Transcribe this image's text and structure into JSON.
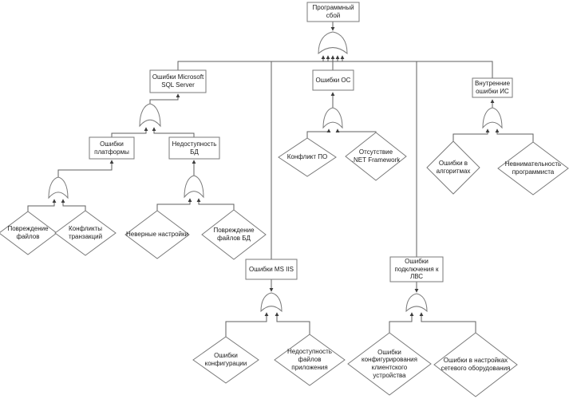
{
  "diagram": {
    "type": "fault-tree",
    "gate_type": "OR",
    "nodes": {
      "root": {
        "label": "Программный сбой",
        "children": [
          "sql",
          "iis",
          "os",
          "lvs",
          "internal"
        ]
      },
      "sql": {
        "label": "Ошибки Microsoft SQL Server",
        "children": [
          "platform",
          "db"
        ]
      },
      "platform": {
        "label": "Ошибки платформы",
        "children": [
          "file_damage",
          "transaction_conflicts"
        ]
      },
      "db": {
        "label": "Недоступность БД",
        "children": [
          "wrong_settings",
          "db_file_damage"
        ]
      },
      "os": {
        "label": "Ошибки ОС",
        "children": [
          "software_conflict",
          "no_net_framework"
        ]
      },
      "internal": {
        "label": "Внутренние ошибки ИС",
        "children": [
          "algorithm_errors",
          "programmer_inattention"
        ]
      },
      "iis": {
        "label": "Ошибки MS IIS",
        "children": [
          "config_errors",
          "app_files_unavailable"
        ]
      },
      "lvs": {
        "label": "Ошибки подключения к ЛВС",
        "children": [
          "client_device_config",
          "network_equipment_settings"
        ]
      },
      "file_damage": {
        "label": "Повреждение файлов"
      },
      "transaction_conflicts": {
        "label": "Конфликты транзакций"
      },
      "wrong_settings": {
        "label": "Неверные настройки"
      },
      "db_file_damage": {
        "label": "Повреждение файлов БД"
      },
      "software_conflict": {
        "label": "Конфликт ПО"
      },
      "no_net_framework": {
        "label": "Отсутствие .NET Framework"
      },
      "algorithm_errors": {
        "label": "Ошибки в алгоритмах"
      },
      "programmer_inattention": {
        "label": "Невнимательность программиста"
      },
      "config_errors": {
        "label": "Ошибки конфигурации"
      },
      "app_files_unavailable": {
        "label": "Недоступность файлов приложения"
      },
      "client_device_config": {
        "label": "Ошибки конфигурирования клиентского устройства"
      },
      "network_equipment_settings": {
        "label": "Ошибки в настройках сетевого оборудования"
      }
    },
    "colors": {
      "line": "#5f5f5f",
      "shape_outline": "#7a7a7a",
      "text": "#1a1a1a",
      "background": "#ffffff"
    }
  }
}
